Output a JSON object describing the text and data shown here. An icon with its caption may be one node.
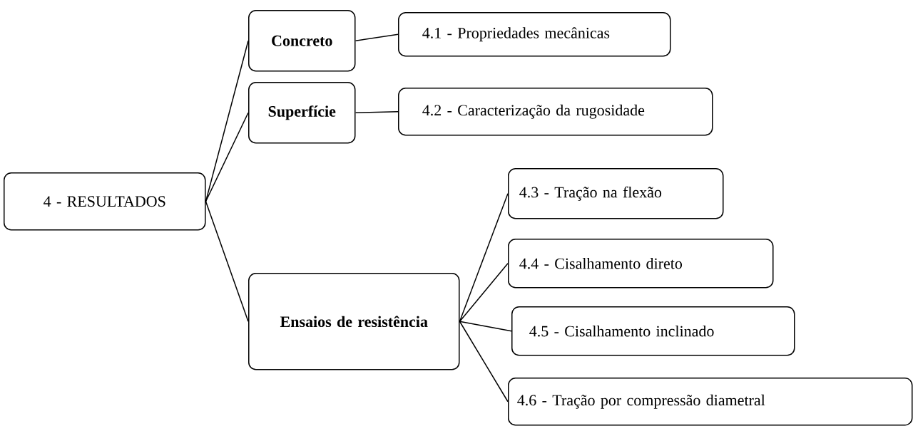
{
  "diagram": {
    "nodes": [
      {
        "text": [
          "4 - RESULTADOS"
        ]
      },
      {
        "text": [
          "Concreto"
        ]
      },
      {
        "text": [
          "4.1 - Propriedades mecânicas"
        ]
      },
      {
        "text": [
          "Superfície"
        ]
      },
      {
        "text": [
          "4.2 - Caracterização da rugosidade"
        ]
      },
      {
        "text": [
          "Ensaios de resistência"
        ]
      },
      {
        "text": [
          "4.3 - Tração na flexão"
        ]
      },
      {
        "text": [
          "4.4 - Cisalhamento direto"
        ]
      },
      {
        "text": [
          "4.5 - Cisalhamento inclinado"
        ]
      },
      {
        "text": [
          "4.6 - Tração por compressão diametral"
        ]
      }
    ],
    "edges": [
      {
        "from": 0,
        "to": 1,
        "arrow": "none"
      },
      {
        "from": 0,
        "to": 3,
        "arrow": "none"
      },
      {
        "from": 0,
        "to": 5,
        "arrow": "none"
      },
      {
        "from": 1,
        "to": 2,
        "arrow": "none"
      },
      {
        "from": 3,
        "to": 4,
        "arrow": "none"
      },
      {
        "from": 5,
        "to": 6,
        "arrow": "none"
      },
      {
        "from": 5,
        "to": 7,
        "arrow": "none"
      },
      {
        "from": 5,
        "to": 8,
        "arrow": "none"
      },
      {
        "from": 5,
        "to": 9,
        "arrow": "none"
      }
    ]
  }
}
